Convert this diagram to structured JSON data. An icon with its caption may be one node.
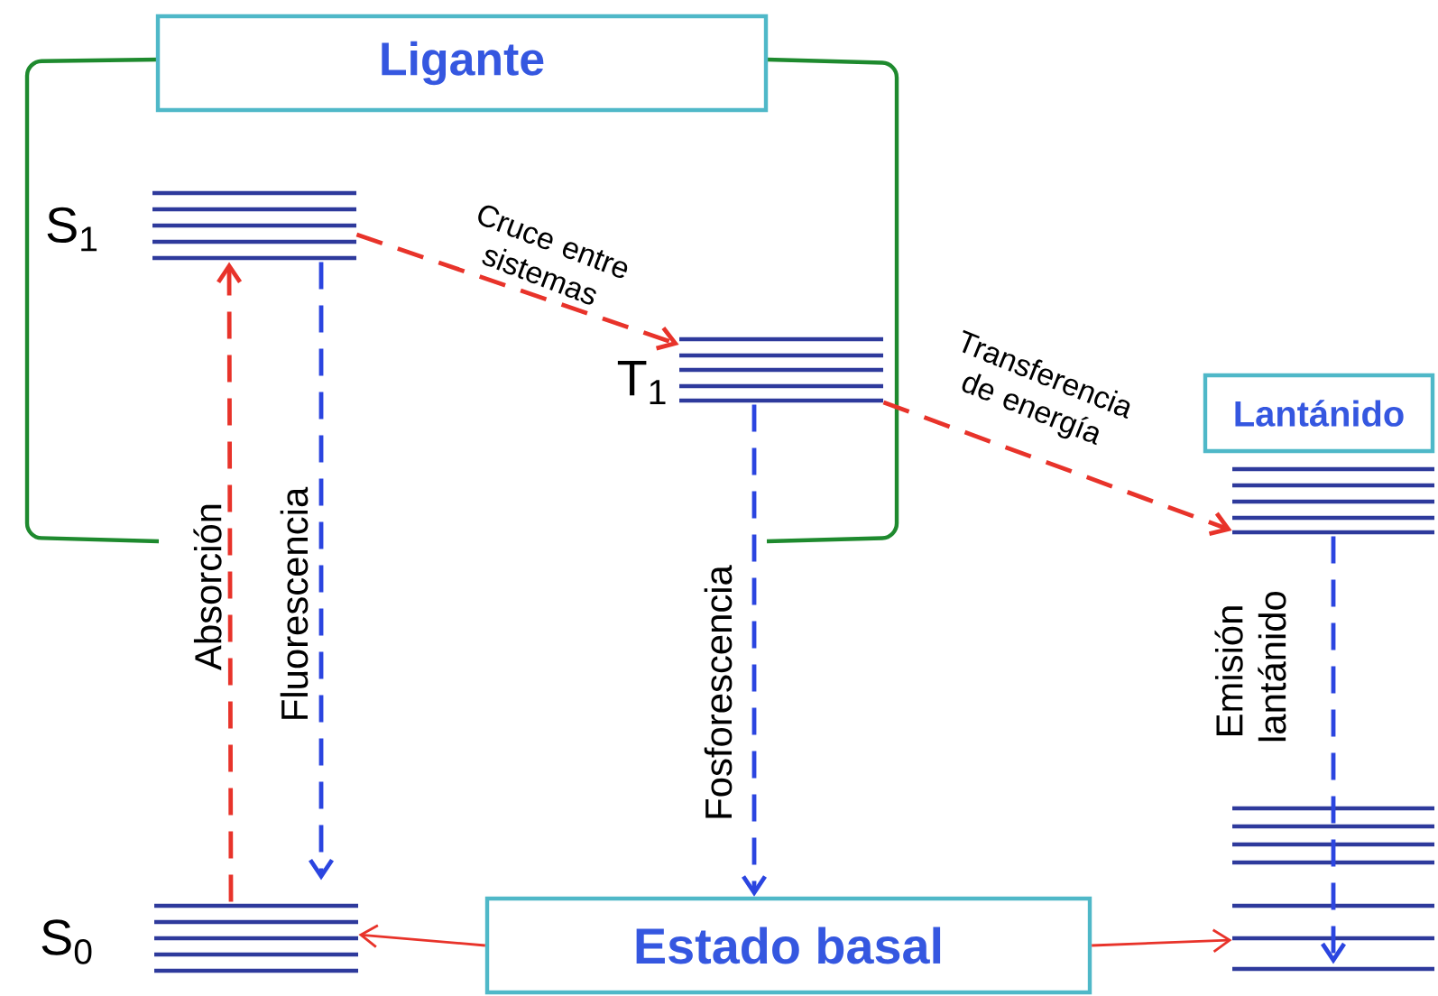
{
  "diagram": {
    "nodes": [
      {
        "text": [
          "Ligante"
        ]
      },
      {
        "text": [],
        "shape": "bar",
        "beside": [
          "S$_{1}$"
        ]
      },
      {
        "text": [],
        "shape": "bar",
        "beside": [
          "T$_{1}$"
        ]
      },
      {
        "text": [
          "Lantánido"
        ]
      },
      {
        "text": [],
        "shape": "bar"
      },
      {
        "text": [],
        "shape": "bar"
      },
      {
        "text": [],
        "shape": "bar",
        "beside": [
          "S$_{0}$"
        ]
      },
      {
        "text": [
          "Estado basal"
        ]
      }
    ],
    "edges": [
      {
        "from": 6,
        "to": 1,
        "arrow": "to",
        "label": "Absorción",
        "style": "dashed"
      },
      {
        "from": 1,
        "to": 6,
        "arrow": "to",
        "label": "Fluorescencia",
        "style": "dashed",
        "color": "#2b45e0"
      },
      {
        "from": 1,
        "to": 2,
        "arrow": "to",
        "label": "Cruce entre sistemas",
        "style": "dashed"
      },
      {
        "from": 2,
        "to": 7,
        "arrow": "to",
        "label": "Fosforescencia",
        "style": "dashed",
        "color": "#2b45e0"
      },
      {
        "from": 2,
        "to": 4,
        "arrow": "to",
        "label": "Transferencia de energía",
        "style": "dashed"
      },
      {
        "from": 4,
        "to": 5,
        "arrow": "to",
        "label": "Emisión lantánido",
        "style": "dashed",
        "color": "#2b45e0"
      },
      {
        "from": 7,
        "to": 6,
        "arrow": "to"
      },
      {
        "from": 7,
        "to": 5,
        "arrow": "to"
      }
    ]
  }
}
